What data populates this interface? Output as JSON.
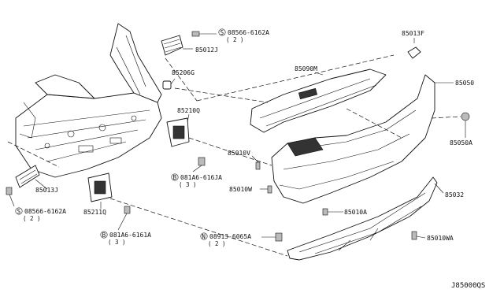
{
  "diagram_code": "J85000QS",
  "callouts": {
    "c85012J": "85012J",
    "c85206G": "85206G",
    "c85210Q": "85210Q",
    "c85013J": "85013J",
    "c85211Q": "85211Q",
    "c85013F": "85013F",
    "c85090M": "85090M",
    "c85050": "85050",
    "c85050A": "85050A",
    "c85010V": "85010V",
    "c85010W": "85010W",
    "c85010A": "85010A",
    "c85032": "85032",
    "c85010WA": "85010WA"
  },
  "fasteners": {
    "screw_top": {
      "symbol": "S",
      "code": "08566-6162A",
      "qty": "( 2 )"
    },
    "screw_left": {
      "symbol": "S",
      "code": "08566-6162A",
      "qty": "( 2 )"
    },
    "bolt_right": {
      "symbol": "B",
      "code": "081A6-616JA",
      "qty": "( 3 )"
    },
    "bolt_bottom": {
      "symbol": "B",
      "code": "081A6-6161A",
      "qty": "( 3 )"
    },
    "nut_bottom": {
      "symbol": "N",
      "code": "08913-6065A",
      "qty": "( 2 )"
    }
  }
}
